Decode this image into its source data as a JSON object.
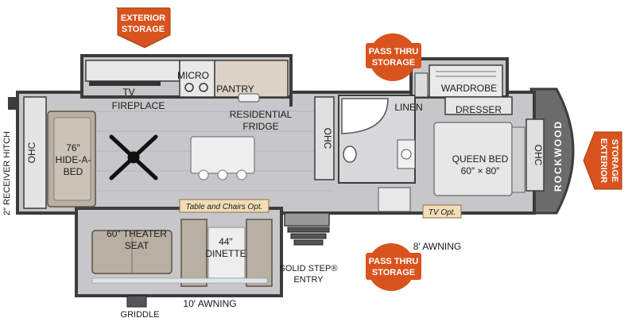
{
  "colors": {
    "badge": "#d9531e",
    "floor": "#c7c7c9",
    "wall": "#3c3c3c",
    "cabinet": "#dcd3c6",
    "sofa": "#b9b0a4",
    "opt_tag": "#f2ddb6",
    "brand_cap": "#6b6b6b"
  },
  "badges": {
    "exterior_top": [
      "EXTERIOR",
      "STORAGE"
    ],
    "pass_thru_top": [
      "PASS THRU",
      "STORAGE"
    ],
    "pass_thru_bottom": [
      "PASS THRU",
      "STORAGE"
    ],
    "exterior_right": [
      "EXTERIOR",
      "STORAGE"
    ]
  },
  "labels": {
    "micro": "MICRO",
    "tv": "TV",
    "fireplace": "FIREPLACE",
    "pantry": "PANTRY",
    "residential_fridge": [
      "RESIDENTIAL",
      "FRIDGE"
    ],
    "ohc_center": "OHC",
    "ohc_left": "OHC",
    "ohc_right": "OHC",
    "hide_a_bed": [
      "76″",
      "HIDE-A-",
      "BED"
    ],
    "receiver_hitch": "2″ RECEIVER HITCH",
    "linen": "LINEN",
    "wardrobe": "WARDROBE",
    "dresser": "DRESSER",
    "queen_bed": [
      "QUEEN BED",
      "60″ × 80″"
    ],
    "tv_opt": "TV Opt.",
    "table_chairs": "Table and Chairs Opt.",
    "theater_seat": [
      "60″ THEATER",
      "SEAT"
    ],
    "dinette": [
      "44″",
      "DINETTE"
    ],
    "solid_step": [
      "SOLID STEP®",
      "ENTRY"
    ],
    "awning_8": "8′ AWNING",
    "awning_10": "10′ AWNING",
    "griddle": "GRIDDLE",
    "brand": "ROCKWOOD"
  }
}
